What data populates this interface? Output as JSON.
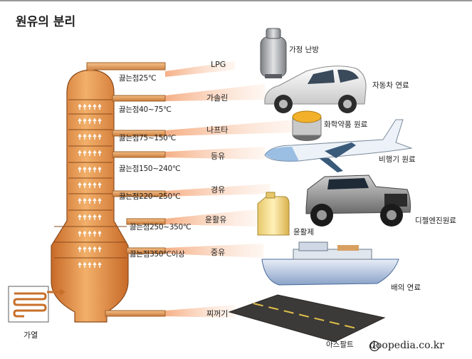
{
  "title": "원유의 분리",
  "heating_label": "가열",
  "credit": "  doopedia.co.kr",
  "fractions": [
    {
      "boiling_point": "끓는점25℃",
      "name": "LPG",
      "use": "가정 난방"
    },
    {
      "boiling_point": "끓는점40~75℃",
      "name": "가솔린",
      "use": "자동차 연료"
    },
    {
      "boiling_point": "끓는점75~150℃",
      "name": "나프타",
      "use": "화학약품 원료"
    },
    {
      "boiling_point": "끓는점150~240℃",
      "name": "등유",
      "use": "비행기 원료"
    },
    {
      "boiling_point": "끓는점220~250℃",
      "name": "경유",
      "use": "디젤엔진원료"
    },
    {
      "boiling_point": "끓는점250~350℃",
      "name": "윤활유",
      "use": "윤활제"
    },
    {
      "boiling_point": "끓는점350℃이상",
      "name": "중유",
      "use": "배의 연료"
    },
    {
      "boiling_point": "",
      "name": "찌꺼기",
      "use": "아스팔트"
    }
  ],
  "colors": {
    "column": "#e89a55",
    "pipe": "#e0a060",
    "beam": "#f4a677"
  }
}
